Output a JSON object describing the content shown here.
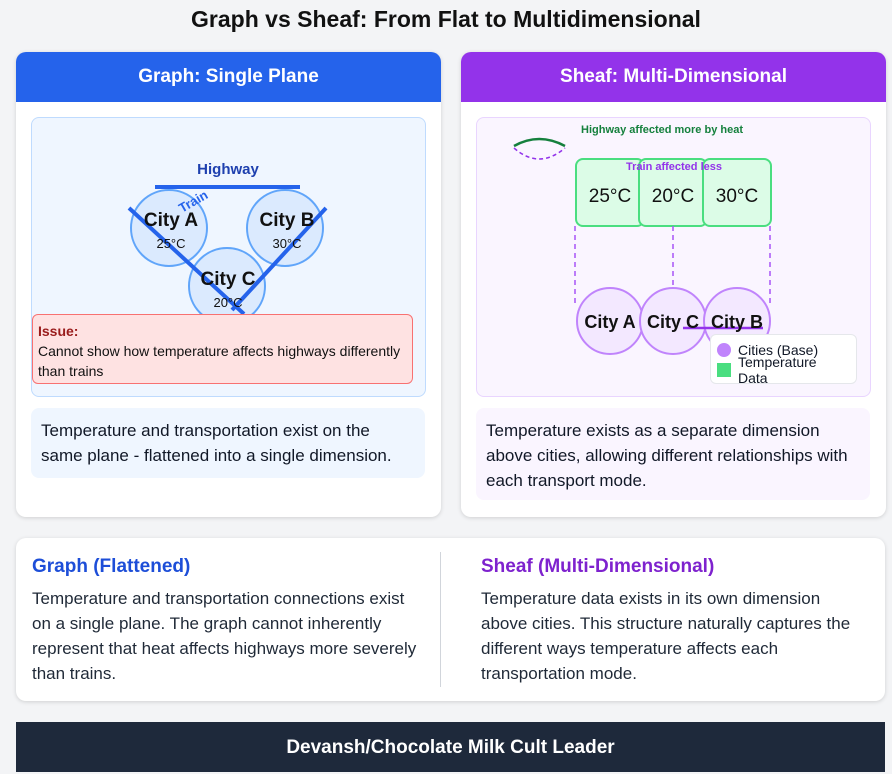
{
  "title": "Graph vs Sheaf: From Flat to Multidimensional",
  "graph_panel": {
    "heading": "Graph: Single Plane",
    "highway_label": "Highway",
    "train_label": "Train",
    "cities": [
      {
        "name": "City A",
        "temp": "25°C"
      },
      {
        "name": "City B",
        "temp": "30°C"
      },
      {
        "name": "City C",
        "temp": "20°C"
      }
    ],
    "issue_title": "Issue:",
    "issue_text": "Cannot show how temperature affects highways differently than trains",
    "caption": "Temperature and transportation exist on the same plane - flattened into a single dimension."
  },
  "sheaf_panel": {
    "heading": "Sheaf: Multi-Dimensional",
    "highway_note": "Highway affected more by heat",
    "train_note": "Train affected less",
    "temps": [
      "25°C",
      "20°C",
      "30°C"
    ],
    "cities": [
      "City A",
      "City C",
      "City B"
    ],
    "legend": {
      "cities": "Cities (Base)",
      "temperature": "Temperature Data"
    },
    "caption": "Temperature exists as a separate dimension above cities, allowing different relationships with each transport mode."
  },
  "comparison": {
    "graph": {
      "title": "Graph (Flattened)",
      "text": "Temperature and transportation connections exist on a single plane. The graph cannot inherently represent that heat affects highways more severely than trains."
    },
    "sheaf": {
      "title": "Sheaf (Multi-Dimensional)",
      "text": "Temperature data exists in its own dimension above cities. This structure naturally captures the different ways temperature affects each transportation mode."
    }
  },
  "footer": "Devansh/Chocolate Milk Cult Leader",
  "colors": {
    "graph_accent": "#2563eb",
    "sheaf_accent": "#9333ea",
    "temperature": "#4ade80",
    "city_fill_sheaf": "#e9d5ff",
    "footer_bg": "#1e293b"
  }
}
